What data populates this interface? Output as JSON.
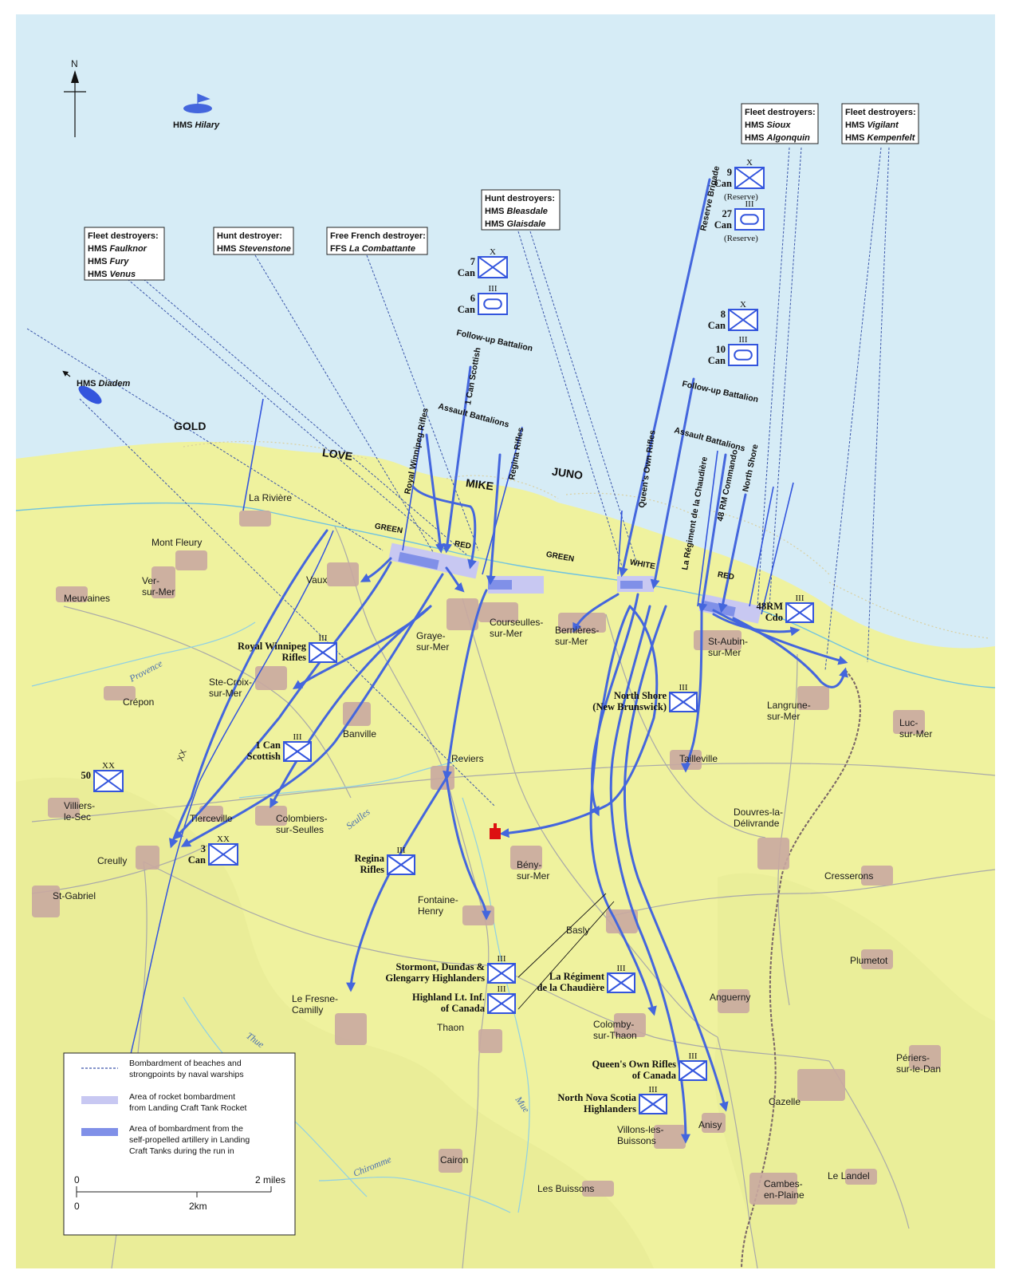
{
  "compass": {
    "north": "N"
  },
  "ships": [
    {
      "id": "hilary",
      "prefix": "HMS",
      "name": "Hilary"
    },
    {
      "id": "diadem",
      "prefix": "HMS",
      "name": "Diadem"
    }
  ],
  "destroyer_boxes": [
    {
      "id": "b1",
      "title": "Fleet destroyers:",
      "lines": [
        [
          "HMS",
          "Faulknor"
        ],
        [
          "HMS",
          "Fury"
        ],
        [
          "HMS",
          "Venus"
        ]
      ]
    },
    {
      "id": "b2",
      "title": "Hunt destroyer:",
      "lines": [
        [
          "HMS",
          "Stevenstone"
        ]
      ]
    },
    {
      "id": "b3",
      "title": "Free French destroyer:",
      "lines": [
        [
          "FFS",
          "La Combattante"
        ]
      ]
    },
    {
      "id": "b4",
      "title": "Hunt destroyers:",
      "lines": [
        [
          "HMS",
          "Bleasdale"
        ],
        [
          "HMS",
          "Glaisdale"
        ]
      ]
    },
    {
      "id": "b5",
      "title": "Fleet destroyers:",
      "lines": [
        [
          "HMS",
          "Sioux"
        ],
        [
          "HMS",
          "Algonquin"
        ]
      ]
    },
    {
      "id": "b6",
      "title": "Fleet destroyers:",
      "lines": [
        [
          "HMS",
          "Vigilant"
        ],
        [
          "HMS",
          "Kempenfelt"
        ]
      ]
    }
  ],
  "sectors": {
    "gold": "GOLD",
    "love": "LOVE",
    "mike": "MIKE",
    "juno": "JUNO"
  },
  "beach_labels": {
    "green1": "GREEN",
    "red1": "RED",
    "green2": "GREEN",
    "white": "WHITE",
    "red2": "RED"
  },
  "unit_routes": {
    "royal_winnipeg": "Royal Winnipeg Rifles",
    "can_scottish": "1 Can Scottish",
    "regina": "Regina Rifles",
    "queens_own": "Queen's Own Rifles",
    "chaudiere": "La Régiment de la Chaudière",
    "rm48": "48 RM Commando",
    "north_shore": "North Shore",
    "reserve": "Reserve Brigade"
  },
  "phase_labels": {
    "followup1": "Follow-up Battalion",
    "assault1": "Assault  Battalions",
    "followup2": "Follow-up Battalion",
    "assault2": "Assault  Battalions"
  },
  "formations": [
    {
      "id": "can7",
      "num": "7",
      "name": "Can",
      "echelon": "X",
      "type": "inf"
    },
    {
      "id": "can6",
      "num": "6",
      "name": "Can",
      "echelon": "III",
      "type": "arm"
    },
    {
      "id": "can9",
      "num": "9",
      "name": "Can",
      "echelon": "X",
      "type": "inf",
      "note": "(Reserve)"
    },
    {
      "id": "can27",
      "num": "27",
      "name": "Can",
      "echelon": "III",
      "type": "arm",
      "note": "(Reserve)"
    },
    {
      "id": "can8",
      "num": "8",
      "name": "Can",
      "echelon": "X",
      "type": "inf"
    },
    {
      "id": "can10",
      "num": "10",
      "name": "Can",
      "echelon": "III",
      "type": "arm"
    },
    {
      "id": "div50",
      "num": "50",
      "echelon": "XX",
      "type": "inf"
    },
    {
      "id": "div3",
      "num": "3",
      "name": "Can",
      "echelon": "XX",
      "type": "inf"
    }
  ],
  "units": [
    {
      "id": "u_rwr",
      "l1": "Royal Winnipeg",
      "l2": "Rifles",
      "echelon": "III"
    },
    {
      "id": "u_1cs",
      "l1": "1 Can",
      "l2": "Scottish",
      "echelon": "III"
    },
    {
      "id": "u_reg",
      "l1": "Regina",
      "l2": "Rifles",
      "echelon": "III"
    },
    {
      "id": "u_ns",
      "l1": "North Shore",
      "l2": "(New Brunswick)",
      "echelon": "III"
    },
    {
      "id": "u_48",
      "l1": "48RM",
      "l2": "Cdo",
      "echelon": "III"
    },
    {
      "id": "u_sdg",
      "l1": "Stormont, Dundas &",
      "l2": "Glengarry Highlanders",
      "echelon": "III"
    },
    {
      "id": "u_hli",
      "l1": "Highland Lt. Inf.",
      "l2": "of Canada",
      "echelon": "III"
    },
    {
      "id": "u_chd",
      "l1": "La Régiment",
      "l2": "de la Chaudière",
      "echelon": "III"
    },
    {
      "id": "u_qor",
      "l1": "Queen's Own Rifles",
      "l2": "of Canada",
      "echelon": "III"
    },
    {
      "id": "u_nns",
      "l1": "North Nova Scotia",
      "l2": "Highlanders",
      "echelon": "III"
    }
  ],
  "towns": [
    {
      "id": "lariviere",
      "lines": [
        "La Rivière"
      ]
    },
    {
      "id": "montfleury",
      "lines": [
        "Mont Fleury"
      ]
    },
    {
      "id": "meuvaines",
      "lines": [
        "Meuvaines"
      ]
    },
    {
      "id": "versurmer",
      "lines": [
        "Ver-",
        "sur-Mer"
      ]
    },
    {
      "id": "vaux",
      "lines": [
        "Vaux"
      ]
    },
    {
      "id": "graye",
      "lines": [
        "Graye-",
        "sur-Mer"
      ]
    },
    {
      "id": "courseulles",
      "lines": [
        "Courseulles-",
        "sur-Mer"
      ]
    },
    {
      "id": "bernieres",
      "lines": [
        "Bernières-",
        "sur-Mer"
      ]
    },
    {
      "id": "staubin",
      "lines": [
        "St-Aubin-",
        "sur-Mer"
      ]
    },
    {
      "id": "stecroix",
      "lines": [
        "Ste-Croix-",
        "sur-Mer"
      ]
    },
    {
      "id": "crepon",
      "lines": [
        "Crépon"
      ]
    },
    {
      "id": "banville",
      "lines": [
        "Banville"
      ]
    },
    {
      "id": "reviers",
      "lines": [
        "Reviers"
      ]
    },
    {
      "id": "tailleville",
      "lines": [
        "Tailleville"
      ]
    },
    {
      "id": "langrune",
      "lines": [
        "Langrune-",
        "sur-Mer"
      ]
    },
    {
      "id": "lucsurmer",
      "lines": [
        "Luc-",
        "sur-Mer"
      ]
    },
    {
      "id": "villiers",
      "lines": [
        "Villiers-",
        "le-Sec"
      ]
    },
    {
      "id": "tierceville",
      "lines": [
        "Tierceville"
      ]
    },
    {
      "id": "colombiers",
      "lines": [
        "Colombiers-",
        "sur-Seulles"
      ]
    },
    {
      "id": "douvres",
      "lines": [
        "Douvres-la-",
        "Délivrande"
      ]
    },
    {
      "id": "creully",
      "lines": [
        "Creully"
      ]
    },
    {
      "id": "beny",
      "lines": [
        "Bény-",
        "sur-Mer"
      ]
    },
    {
      "id": "cresserons",
      "lines": [
        "Cresserons"
      ]
    },
    {
      "id": "stgabriel",
      "lines": [
        "St-Gabriel"
      ]
    },
    {
      "id": "fontaine",
      "lines": [
        "Fontaine-",
        "Henry"
      ]
    },
    {
      "id": "basly",
      "lines": [
        "Basly"
      ]
    },
    {
      "id": "plumetot",
      "lines": [
        "Plumetot"
      ]
    },
    {
      "id": "anguerny",
      "lines": [
        "Anguerny"
      ]
    },
    {
      "id": "lefresne",
      "lines": [
        "Le Fresne-",
        "Camilly"
      ]
    },
    {
      "id": "thaon",
      "lines": [
        "Thaon"
      ]
    },
    {
      "id": "colomby",
      "lines": [
        "Colomby-",
        "sur-Thaon"
      ]
    },
    {
      "id": "periers",
      "lines": [
        "Périers-",
        "sur-le-Dan"
      ]
    },
    {
      "id": "cazelle",
      "lines": [
        "Cazelle"
      ]
    },
    {
      "id": "anisy",
      "lines": [
        "Anisy"
      ]
    },
    {
      "id": "villons",
      "lines": [
        "Villons-les-",
        "Buissons"
      ]
    },
    {
      "id": "cairon",
      "lines": [
        "Cairon"
      ]
    },
    {
      "id": "lesbuissons",
      "lines": [
        "Les Buissons"
      ]
    },
    {
      "id": "cambes",
      "lines": [
        "Cambes-",
        "en-Plaine"
      ]
    },
    {
      "id": "lelandel",
      "lines": [
        "Le Landel"
      ]
    }
  ],
  "rivers": {
    "provence": "Provence",
    "seulles": "Seulles",
    "thue": "Thue",
    "mue": "Mue",
    "chiromme": "Chiromme"
  },
  "boundary_label": "XX",
  "legend": {
    "naval_bombardment": [
      "Bombardment of beaches and",
      "strongpoints by naval warships"
    ],
    "rocket": [
      "Area of rocket bombardment",
      "from Landing Craft Tank Rocket"
    ],
    "artillery": [
      "Area of bombardment from the",
      "self-propelled artillery in Landing",
      "Craft Tanks during the run in"
    ]
  },
  "scale": {
    "zero_top": "0",
    "miles": "2 miles",
    "zero_bottom": "0",
    "km": "2km"
  },
  "colors": {
    "sea": "#d6ecf6",
    "land": "#eff29e",
    "land_dark": "#e3e890",
    "town": "#c9a8a0",
    "arrow": "#4466dd",
    "rocket": "#c8c8f2",
    "artillery": "#8090e8",
    "hq": "#dd1111"
  }
}
